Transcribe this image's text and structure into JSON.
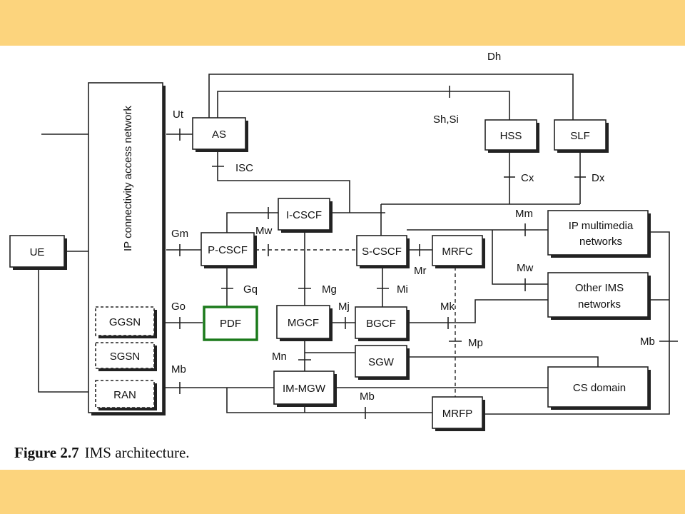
{
  "caption": {
    "figure": "Figure 2.7",
    "text": "IMS architecture."
  },
  "colors": {
    "band": "#fcd47d",
    "pdf_highlight": "#1b7a1b"
  },
  "nodes": {
    "ue": "UE",
    "ipcan": "IP connectivity access network",
    "ggsn": "GGSN",
    "sgsn": "SGSN",
    "ran": "RAN",
    "as": "AS",
    "hss": "HSS",
    "slf": "SLF",
    "icscf": "I-CSCF",
    "pcscf": "P-CSCF",
    "scscf": "S-CSCF",
    "mrfc": "MRFC",
    "pdf": "PDF",
    "mgcf": "MGCF",
    "bgcf": "BGCF",
    "sgw": "SGW",
    "immgw": "IM-MGW",
    "mrfp": "MRFP",
    "ipmm": [
      "IP multimedia",
      "networks"
    ],
    "otherims": [
      "Other IMS",
      "networks"
    ],
    "cs": "CS domain"
  },
  "interfaces": {
    "dh": "Dh",
    "shsi": "Sh,Si",
    "ut": "Ut",
    "isc": "ISC",
    "cx": "Cx",
    "dx": "Dx",
    "gm": "Gm",
    "mw": "Mw",
    "mm": "Mm",
    "mr": "Mr",
    "gq": "Gq",
    "mg": "Mg",
    "mi": "Mi",
    "mw2": "Mw",
    "go": "Go",
    "mj": "Mj",
    "mk": "Mk",
    "mp": "Mp",
    "mb_right": "Mb",
    "mn": "Mn",
    "mb_left": "Mb",
    "mb_bottom": "Mb"
  }
}
